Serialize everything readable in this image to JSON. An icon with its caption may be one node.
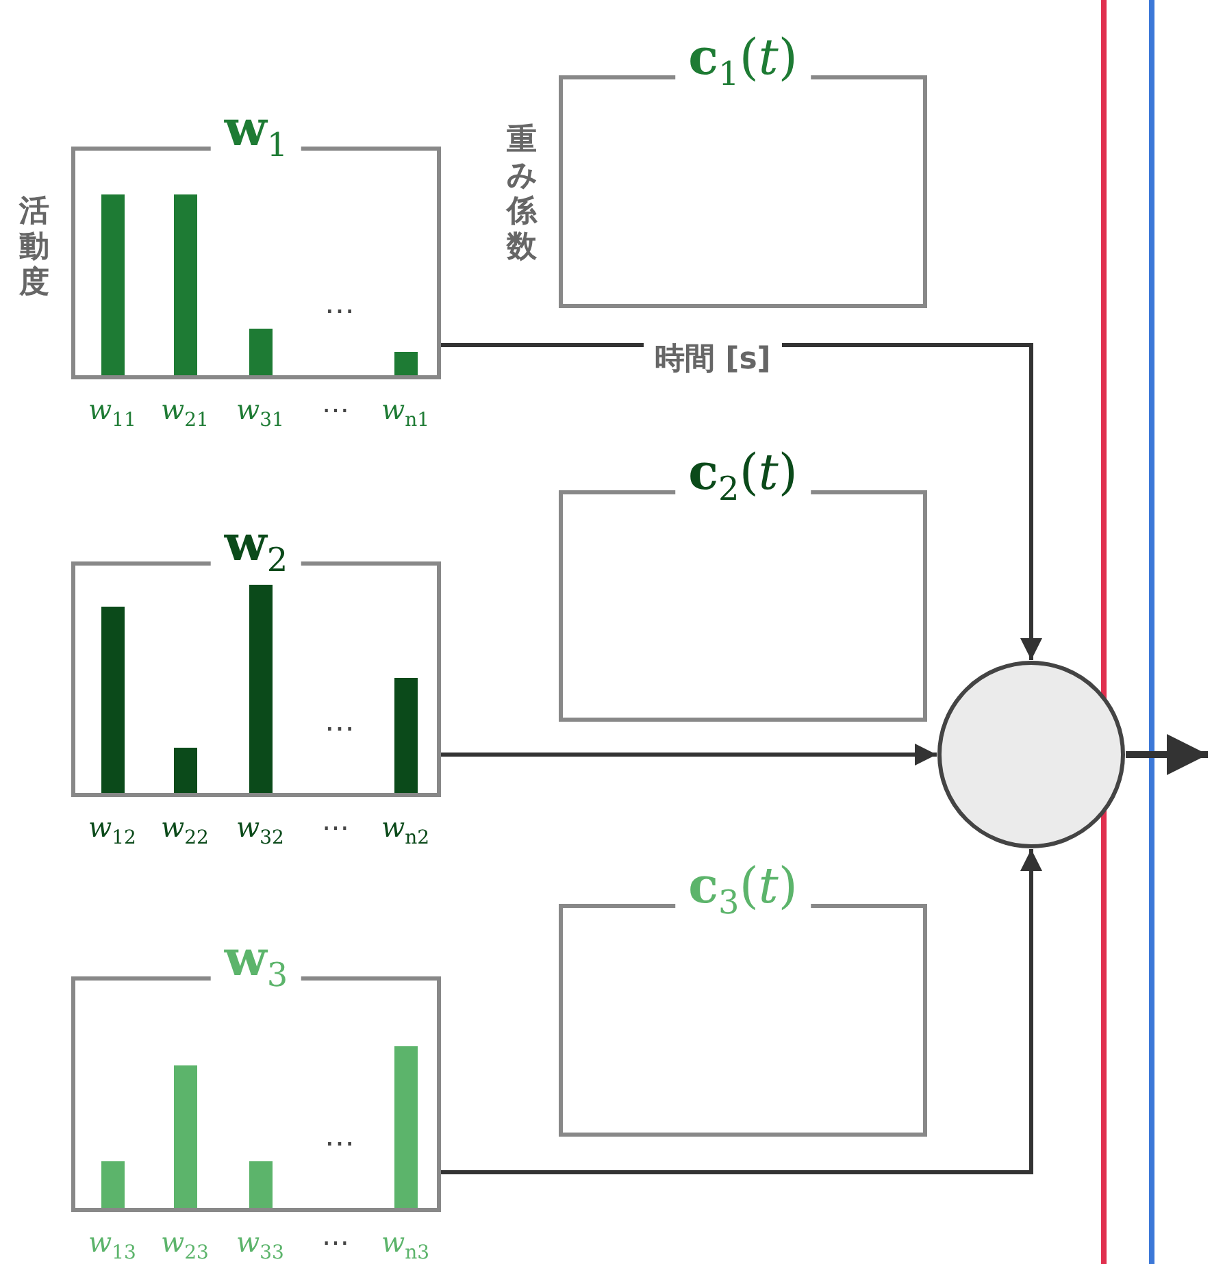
{
  "diagram": {
    "nodes": [
      {
        "text": [
          "**w**$_{1}$"
        ],
        "beside": [
          "活動度"
        ]
      },
      {
        "text": [
          "**c**$_{1}$(*t*)"
        ],
        "beside": [
          "重み係数",
          "時間 [s]"
        ]
      },
      {
        "text": [
          "**w**$_{2}$"
        ]
      },
      {
        "text": [
          "**c**$_{2}$(*t*)"
        ]
      },
      {
        "text": [
          "**w**$_{3}$"
        ]
      },
      {
        "text": [
          "**c**$_{3}$(*t*)"
        ]
      },
      {
        "text": [],
        "shape": "circle"
      }
    ],
    "edges": [
      {
        "from": 0,
        "to": 6,
        "arrow": "to"
      },
      {
        "from": 2,
        "to": 6,
        "arrow": "to"
      },
      {
        "from": 4,
        "to": 6,
        "arrow": "to"
      },
      {
        "from": 6,
        "to": null,
        "arrow": "to"
      }
    ],
    "labels": [
      "⋯",
      "*w*$_{11}$",
      "*w*$_{21}$",
      "*w*$_{31}$",
      "⋯",
      "*w*$_{n1}$",
      "⋯",
      "*w*$_{12}$",
      "*w*$_{22}$",
      "*w*$_{32}$",
      "⋯",
      "*w*$_{n2}$",
      "⋯",
      "*w*$_{13}$",
      "*w*$_{23}$",
      "*w*$_{33}$",
      "⋯",
      "*w*$_{n3}$"
    ]
  }
}
